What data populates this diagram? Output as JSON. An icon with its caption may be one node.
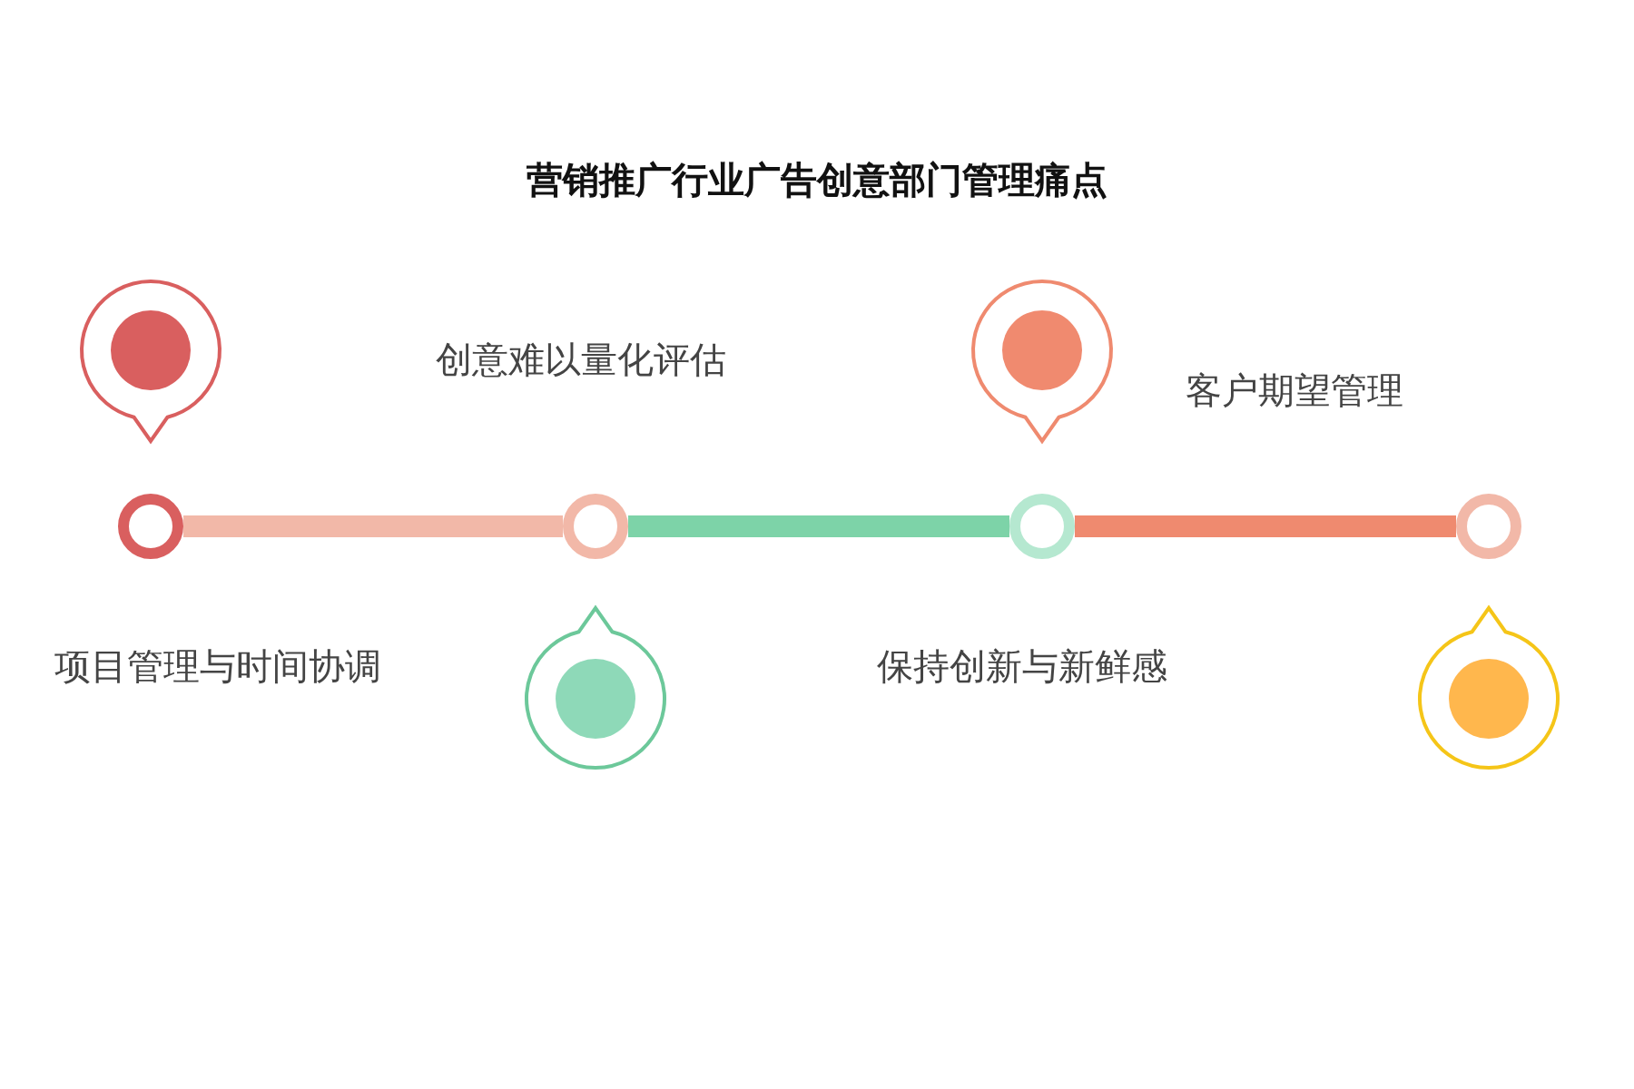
{
  "diagram": {
    "title": "营销推广行业广告创意部门管理痛点",
    "nodes": [
      {
        "text": [],
        "shape": "circle"
      },
      {
        "text": [],
        "shape": "circle"
      },
      {
        "text": [],
        "shape": "circle"
      },
      {
        "text": [],
        "shape": "circle"
      }
    ],
    "edges": [
      {
        "from": 0,
        "to": 1,
        "arrow": "none",
        "color": "#f2b8a8"
      },
      {
        "from": 1,
        "to": 2,
        "arrow": "none",
        "color": "#7dd3a8"
      },
      {
        "from": 2,
        "to": 3,
        "arrow": "none",
        "color": "#ef8a6f"
      }
    ],
    "labels": [
      "创意难以量化评估",
      "客户期望管理",
      "项目管理与时间协调",
      "保持创新与新鲜感"
    ]
  }
}
